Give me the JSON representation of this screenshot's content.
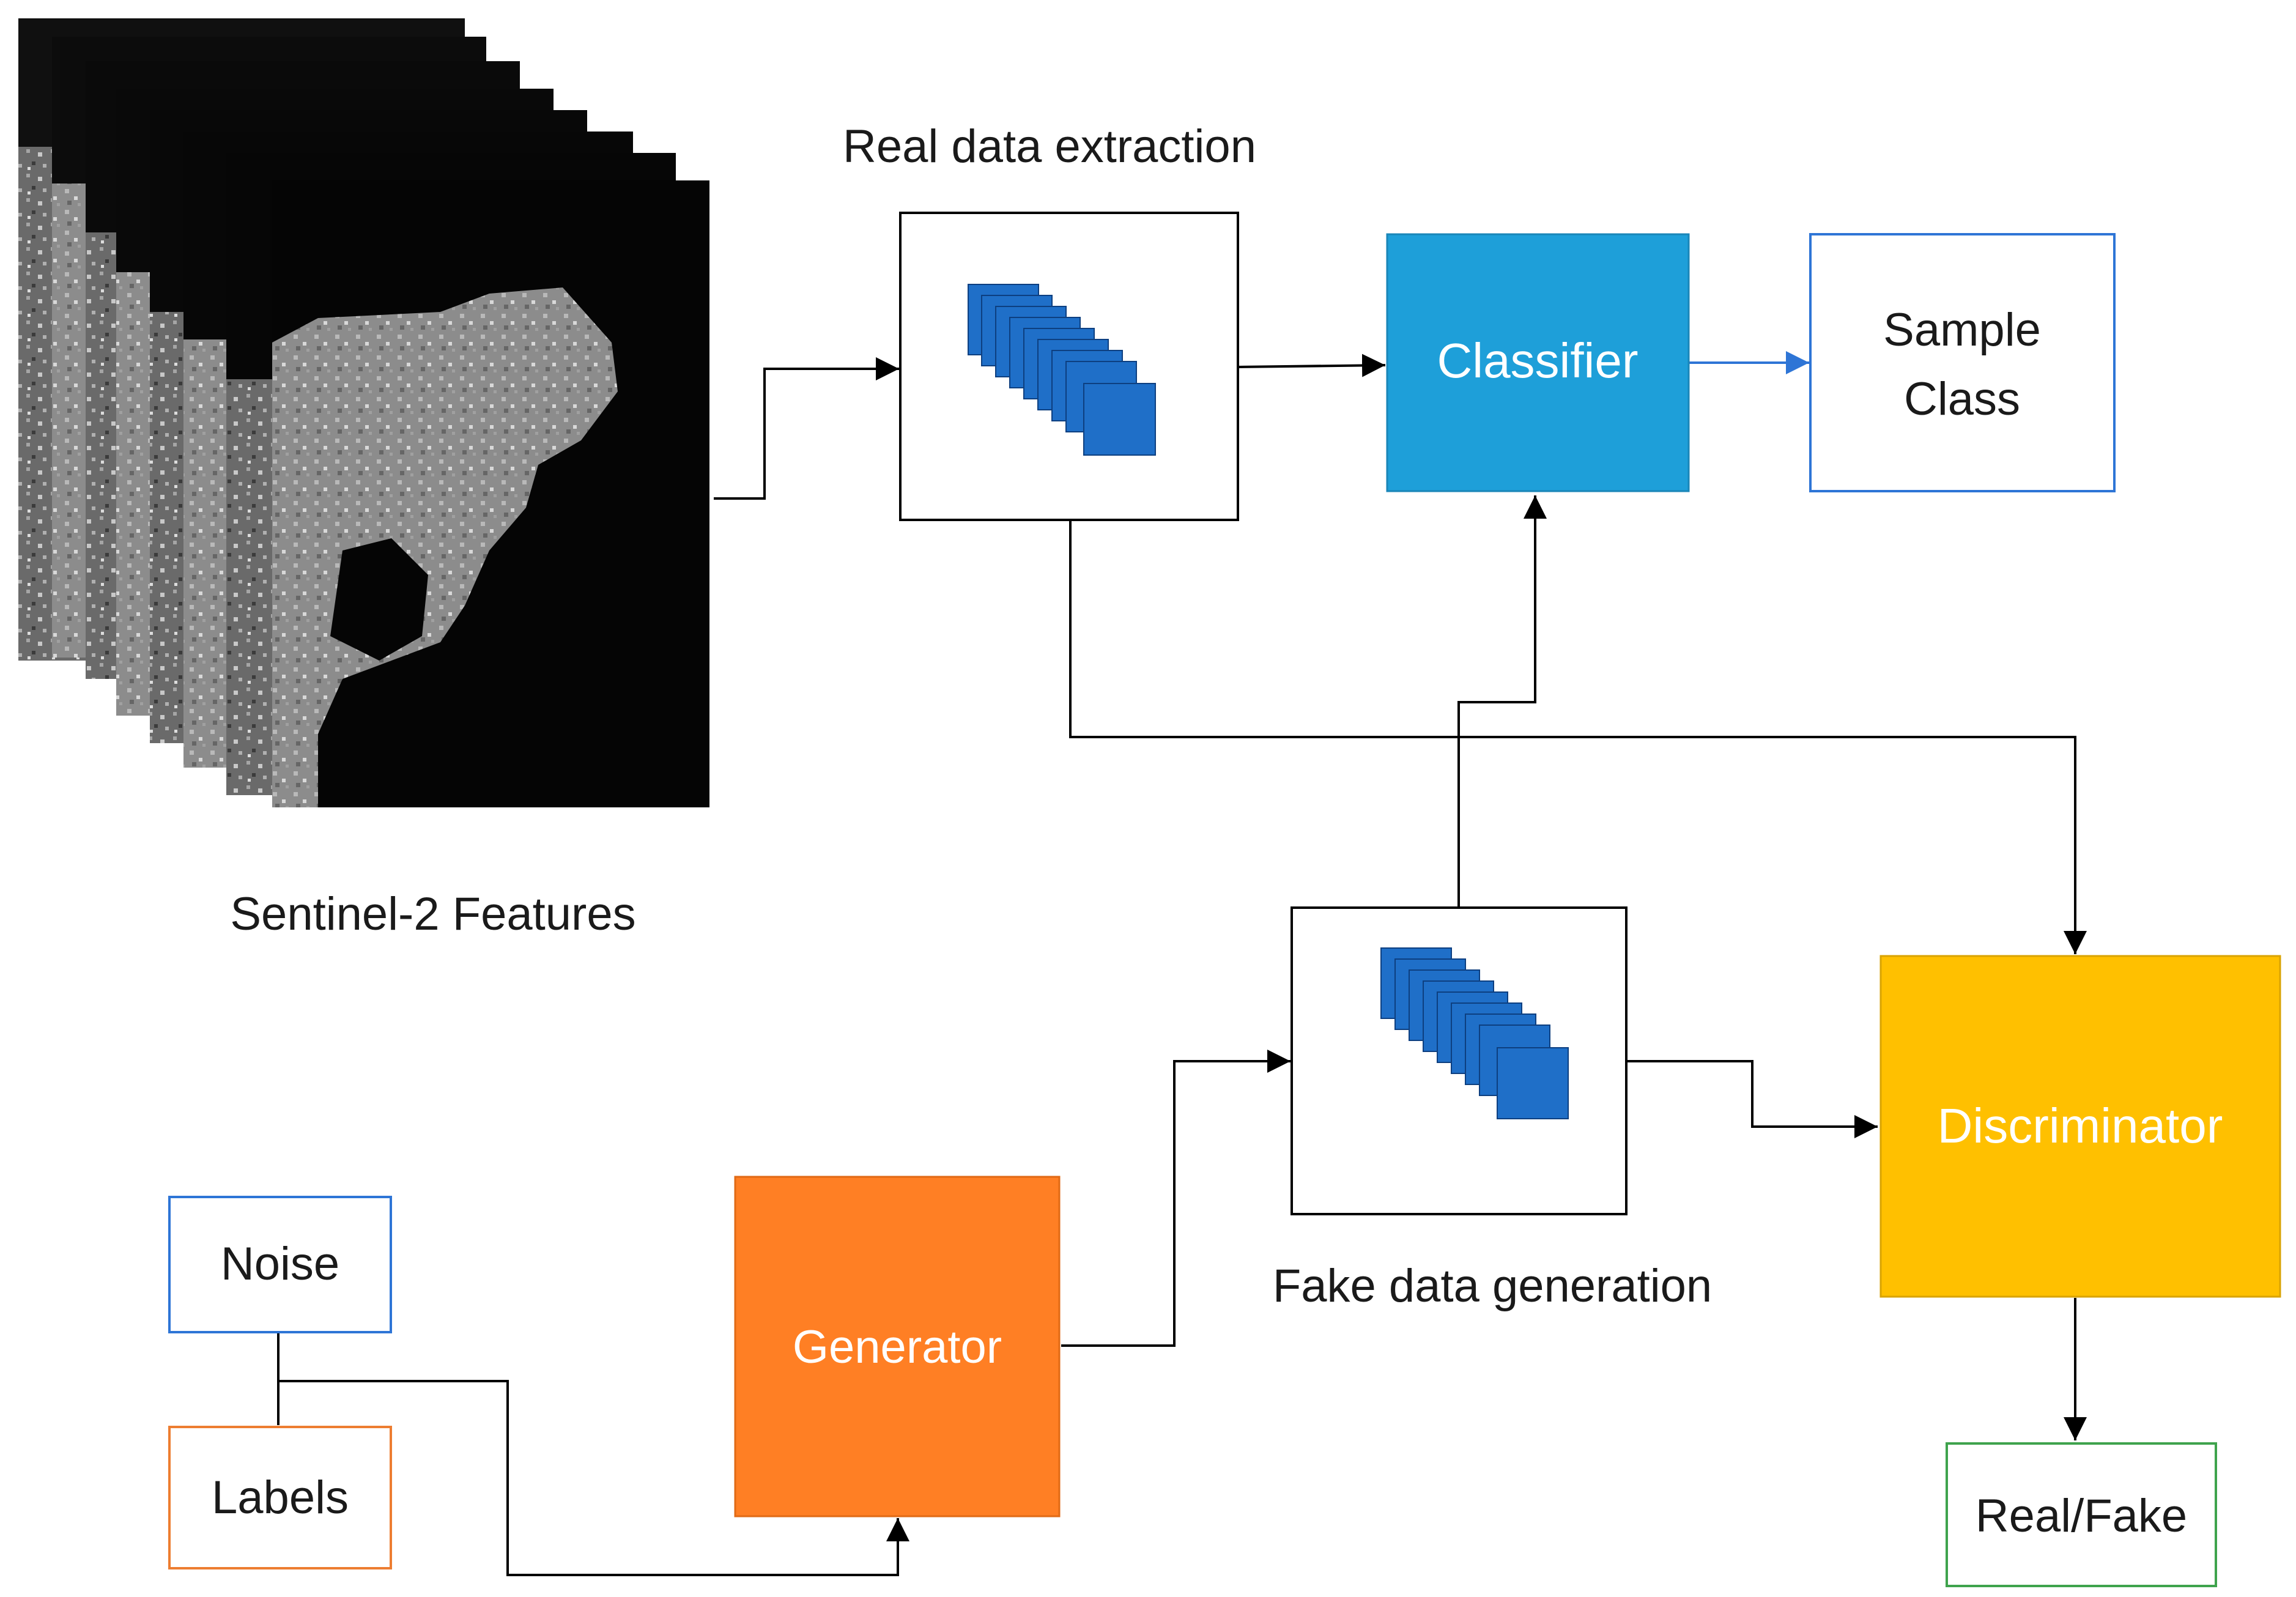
{
  "labels": {
    "sentinel": "Sentinel-2 Features",
    "real_extraction": "Real data extraction",
    "fake_generation": "Fake data generation"
  },
  "nodes": {
    "classifier": "Classifier",
    "sample_class_line1": "Sample",
    "sample_class_line2": "Class",
    "discriminator": "Discriminator",
    "generator": "Generator",
    "noise": "Noise",
    "labels": "Labels",
    "real_fake": "Real/Fake"
  },
  "colors": {
    "classifier": "#1E9FD9",
    "discriminator": "#FFC000",
    "generator": "#FF7F24",
    "stack_squares": "#1F6FC8",
    "sample_class_border": "#2E75D6",
    "noise_border": "#2E75D6",
    "labels_border": "#ED7D31",
    "real_fake_border": "#3FA34D",
    "arrow_blue": "#2E75D6"
  }
}
